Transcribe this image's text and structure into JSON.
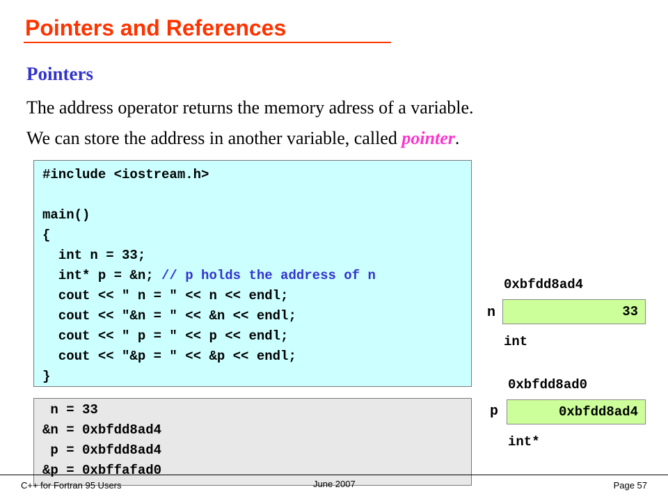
{
  "slide": {
    "title": "Pointers and References",
    "subheading": "Pointers",
    "para1": "The address operator returns the memory adress of a variable.",
    "para2_before": "We can store the address in another variable, called ",
    "para2_emph": "pointer",
    "para2_after": "."
  },
  "code": {
    "lines": [
      "#include <iostream.h>",
      "",
      "main()",
      "{",
      "  int n = 33;",
      "  int* p = &n; ",
      "  cout << \" n = \" << n << endl;",
      "  cout << \"&n = \" << &n << endl;",
      "  cout << \" p = \" << p << endl;",
      "  cout << \"&p = \" << &p << endl;",
      "}"
    ],
    "comment": "// p holds the address of n"
  },
  "output": {
    "lines": [
      " n = 33",
      "&n = 0xbfdd8ad4",
      " p = 0xbfdd8ad4",
      "&p = 0xbffafad0"
    ]
  },
  "memory": {
    "n": {
      "address": "0xbfdd8ad4",
      "name": "n",
      "value": "33",
      "type": "int"
    },
    "p": {
      "address": "0xbfdd8ad0",
      "name": "p",
      "value": "0xbfdd8ad4",
      "type": "int*"
    }
  },
  "footer": {
    "left": "C++ for Fortran 95 Users",
    "center": "June 2007",
    "right": "Page 57"
  },
  "colors": {
    "title": "#ff3300",
    "subheading": "#3333cc",
    "emphasis": "#ff33cc",
    "code_bg": "#ccffff",
    "output_bg": "#e8e8e8",
    "cell_bg": "#ccff99"
  }
}
